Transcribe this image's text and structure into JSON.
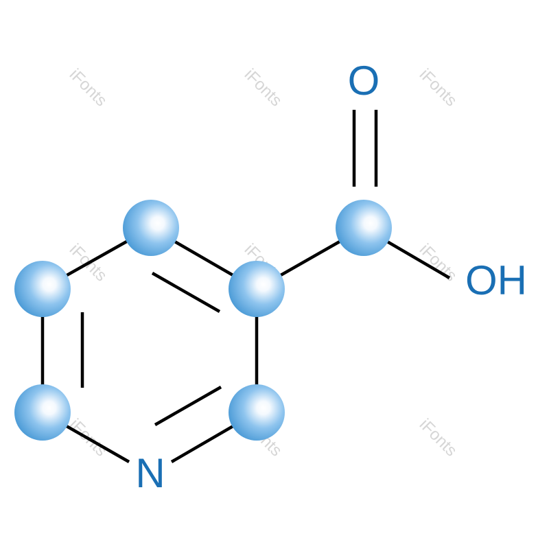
{
  "colors": {
    "bond": "#000000",
    "atom_label": "#1a6fb4",
    "atom_fill_light": "#ffffff",
    "atom_fill_mid": "#8ec4ee",
    "atom_fill_dark": "#4a9ad6",
    "watermark": "#d6d6d6"
  },
  "labels": {
    "oxygen": "O",
    "hydroxyl": "OH",
    "nitrogen": "N"
  },
  "watermark": {
    "text": "iFonts"
  }
}
